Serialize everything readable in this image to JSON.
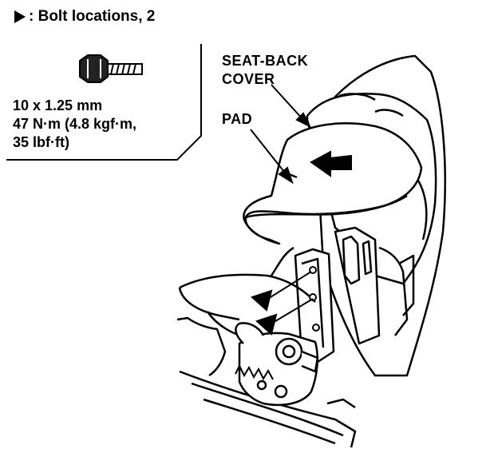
{
  "legend": {
    "marker_icon": "black-triangle-marker",
    "text": ": Bolt locations, 2"
  },
  "bolt_spec": {
    "icon": "bolt-icon",
    "size": "10 x 1.25 mm",
    "torque_line1": "47 N·m (4.8 kgf·m,",
    "torque_line2": "35 lbf·ft)"
  },
  "callouts": {
    "seat_back_cover_1": "SEAT-BACK",
    "seat_back_cover_2": "COVER",
    "pad": "PAD"
  }
}
